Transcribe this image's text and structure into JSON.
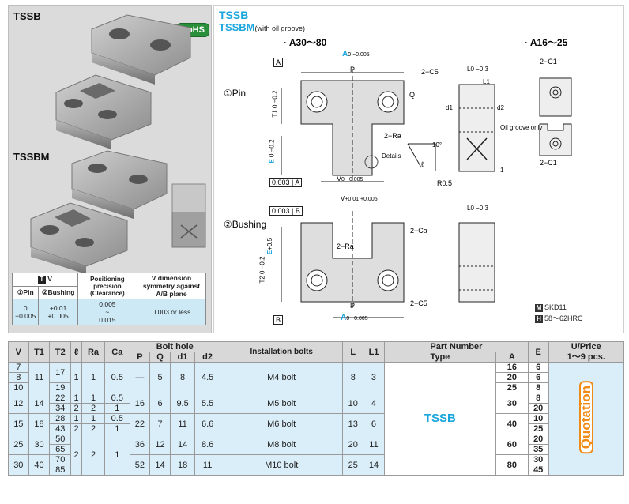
{
  "left": {
    "title_tssb": "TSSB",
    "title_tssbm": "TSSBM",
    "rohs": "RoHS",
    "vtable": {
      "header_v": "V",
      "header_v_icon": "T",
      "pin": "①Pin",
      "bushing": "②Bushing",
      "pos_precision": "Positioning precision (Clearance)",
      "sym": "V dimension symmetry against A/B plane",
      "pin_val": "0 −0.005",
      "bushing_val": "+0.01 +0.005",
      "clear_top": "0.005",
      "clear_sep": "~",
      "clear_bot": "0.015",
      "sym_val": "0.003 or less"
    }
  },
  "right": {
    "tssb": "TSSB",
    "tssbm": "TSSBM",
    "tssbm_note": "(with oil groove)",
    "a30": "· A30～80",
    "a16": "· A16～25",
    "pin": "①Pin",
    "bushing": "②Bushing",
    "details": "Details",
    "oil_only": "Oil groove only",
    "c5": "2−C5",
    "c5b": "2−C5",
    "c1a": "2−C1",
    "c1b": "2−C1",
    "ra": "2−Ra",
    "ra2": "2−Ra",
    "ca": "2−Ca",
    "r05": "R0.5",
    "tol_a": "0.003",
    "tol_b": "0.003",
    "ref_a": "A",
    "ref_b": "B",
    "a_lab": "A",
    "a_tol": "0 −0.005",
    "p": "P",
    "q": "Q",
    "l": "L",
    "l_tol": "0 −0.3",
    "l1": "L1",
    "d1": "d1",
    "d2": "d2",
    "t1": "T1",
    "t1_tol": "0 −0.2",
    "t2": "T2",
    "t2_tol": "0 −0.2",
    "e_lab": "E",
    "e_tol": "0 −0.2",
    "e_tol2": "+0.5",
    "v_lab": "V",
    "v_tol": "0 −0.005",
    "v_tol2": "+0.01 +0.005",
    "l_small": "ℓ",
    "ten": "10°",
    "one": "1",
    "spec_m": "M",
    "spec_m_txt": "SKD11",
    "spec_h": "H",
    "spec_h_txt": "58～62HRC"
  },
  "table": {
    "headers": {
      "v": "V",
      "t1": "T1",
      "t2": "T2",
      "l": "ℓ",
      "ra": "Ra",
      "ca": "Ca",
      "bolt": "Bolt hole",
      "p": "P",
      "q": "Q",
      "d1": "d1",
      "d2": "d2",
      "install": "Installation bolts",
      "L": "L",
      "L1": "L1",
      "part": "Part Number",
      "type": "Type",
      "a": "A",
      "e": "E",
      "price": "U/Price",
      "pcs": "1～9 pcs."
    },
    "type_name": "TSSB",
    "quotation": "Quotation",
    "groups": [
      {
        "v": [
          "7",
          "8",
          "10"
        ],
        "t1": "11",
        "t2": [
          "17",
          "19"
        ],
        "l": "1",
        "ra": "1",
        "ca": "0.5",
        "p": "—",
        "q": "5",
        "d1": "8",
        "d2": "4.5",
        "bolt": "M4 bolt",
        "L": "8",
        "L1": "3"
      },
      {
        "v": [
          "12"
        ],
        "t1": "14",
        "t2": [
          "22",
          "34"
        ],
        "l": [
          "1",
          "2"
        ],
        "ra": [
          "1",
          "2"
        ],
        "ca": [
          "0.5",
          "1"
        ],
        "p": "16",
        "q": "6",
        "d1": "9.5",
        "d2": "5.5",
        "bolt": "M5 bolt",
        "L": "10",
        "L1": "4"
      },
      {
        "v": [
          "15"
        ],
        "t1": "18",
        "t2": [
          "28",
          "43"
        ],
        "l": [
          "1",
          "2"
        ],
        "ra": [
          "1",
          "2"
        ],
        "ca": [
          "0.5",
          "1"
        ],
        "p": "22",
        "q": "7",
        "d1": "11",
        "d2": "6.6",
        "bolt": "M6 bolt",
        "L": "13",
        "L1": "6"
      },
      {
        "v": [
          "25"
        ],
        "t1": "30",
        "t2": [
          "50",
          "65"
        ],
        "l": "2",
        "ra": "2",
        "ca": "1",
        "p": "36",
        "q": "12",
        "d1": "14",
        "d2": "8.6",
        "bolt": "M8 bolt",
        "L": "20",
        "L1": "11"
      },
      {
        "v": [
          "30"
        ],
        "t1": "40",
        "t2": [
          "70",
          "85"
        ],
        "p": "52",
        "q": "14",
        "d1": "18",
        "d2": "11",
        "bolt": "M10 bolt",
        "L": "25",
        "L1": "14"
      }
    ],
    "a_vals": [
      "16",
      "20",
      "25",
      "30",
      "40",
      "60",
      "80"
    ],
    "e_vals": [
      "6",
      "6",
      "8",
      "8",
      "20",
      "10",
      "25",
      "20",
      "35",
      "30",
      "45"
    ]
  }
}
